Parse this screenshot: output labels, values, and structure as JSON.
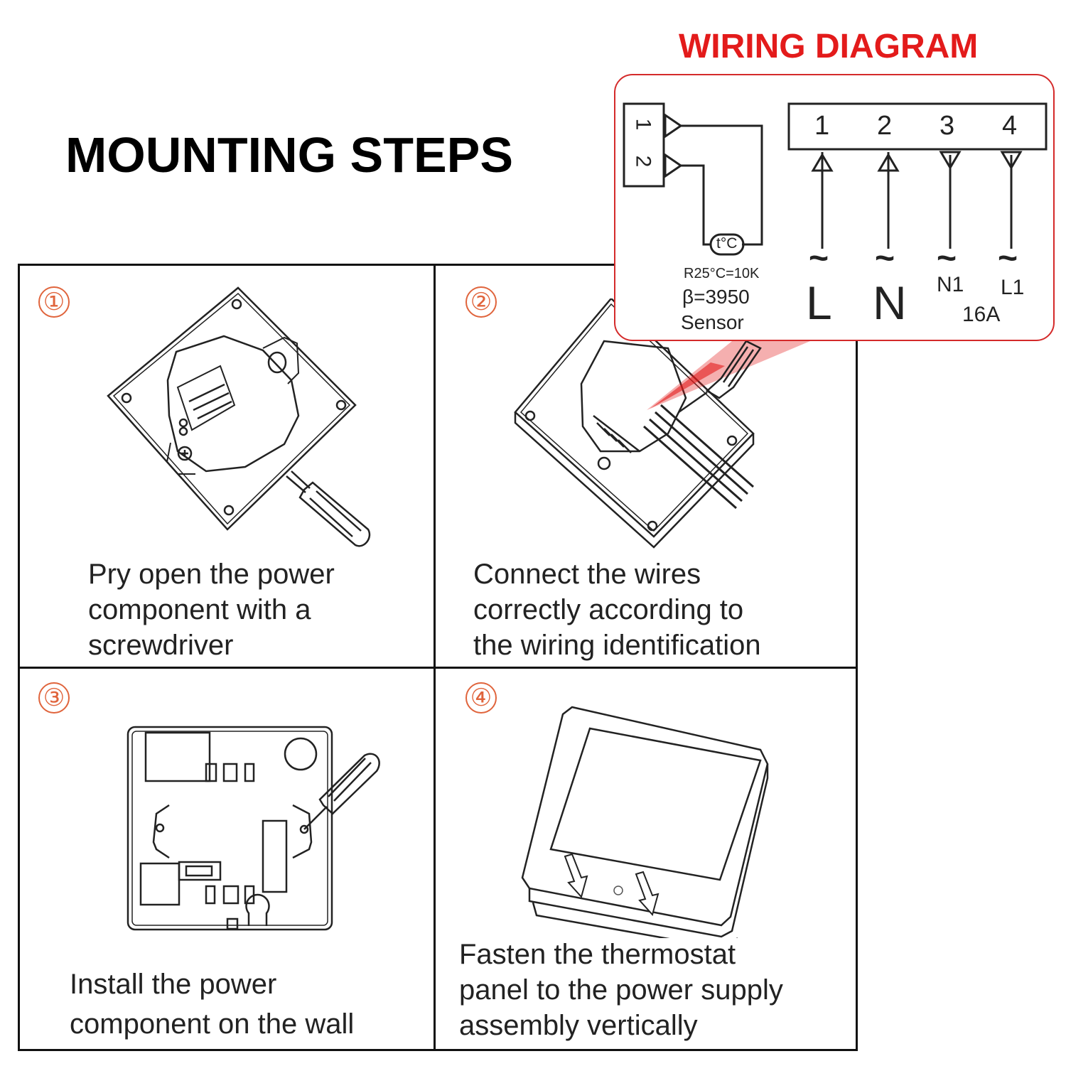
{
  "header": {
    "title": "MOUNTING STEPS",
    "wiring_title": "WIRING DIAGRAM"
  },
  "colors": {
    "accent_red": "#e31b1b",
    "step_number": "#e0643c",
    "border_red": "#d42a2a",
    "ink": "#1a1a1a"
  },
  "steps": [
    {
      "number": "①",
      "lines": [
        "Pry open the power",
        "component with a",
        "screwdriver"
      ]
    },
    {
      "number": "②",
      "lines": [
        "Connect the wires",
        "correctly according to",
        "the wiring  identification"
      ]
    },
    {
      "number": "③",
      "lines": [
        "Install the power",
        "component on the wall"
      ]
    },
    {
      "number": "④",
      "lines": [
        "Fasten the thermostat",
        "panel to the power supply",
        "assembly vertically"
      ]
    }
  ],
  "wiring": {
    "sensor_terminals": [
      "1",
      "2"
    ],
    "sensor_symbol": "t°C",
    "sensor_spec_r": "R25°C=10K",
    "sensor_spec_beta": "β=3950",
    "sensor_label": "Sensor",
    "power_terminals": [
      "1",
      "2",
      "3",
      "4"
    ],
    "ac_symbol": "~",
    "terminal_labels": [
      "L",
      "N",
      "N1",
      "L1"
    ],
    "rating": "16A"
  }
}
